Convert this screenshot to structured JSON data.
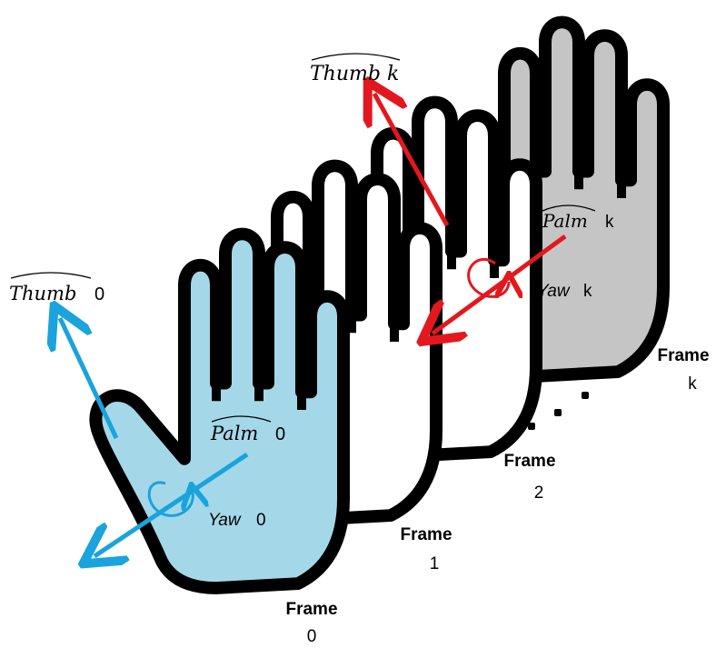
{
  "colors": {
    "frame0_fill": "#a4d8e9",
    "frame1_fill": "#ffffff",
    "frame2_fill": "#ffffff",
    "framek_fill": "#c5c5c5",
    "outline": "#000000",
    "blue_vector": "#1aa3dc",
    "red_vector": "#e3181e"
  },
  "icons": {
    "hand": "hand-outline-icon",
    "rotation": "rotation-arrow-icon",
    "vector": "arrow-icon"
  },
  "labels": {
    "thumb_0_base": "Thumb",
    "thumb_0_suffix": "0",
    "thumb_k": "Thumb k",
    "palm_0_base": "Palm",
    "palm_0_suffix": "0",
    "palm_k_base": "Palm",
    "palm_k_suffix": "k",
    "yaw_0_base": "Yaw",
    "yaw_0_suffix": "0",
    "yaw_k_base": "Yaw",
    "yaw_k_suffix": "k"
  },
  "frames": {
    "frame0": {
      "word": "Frame",
      "index": "0"
    },
    "frame1": {
      "word": "Frame",
      "index": "1"
    },
    "frame2": {
      "word": "Frame",
      "index": "2"
    },
    "framek": {
      "word": "Frame",
      "index": "k"
    }
  },
  "ellipsis_dots": 3
}
